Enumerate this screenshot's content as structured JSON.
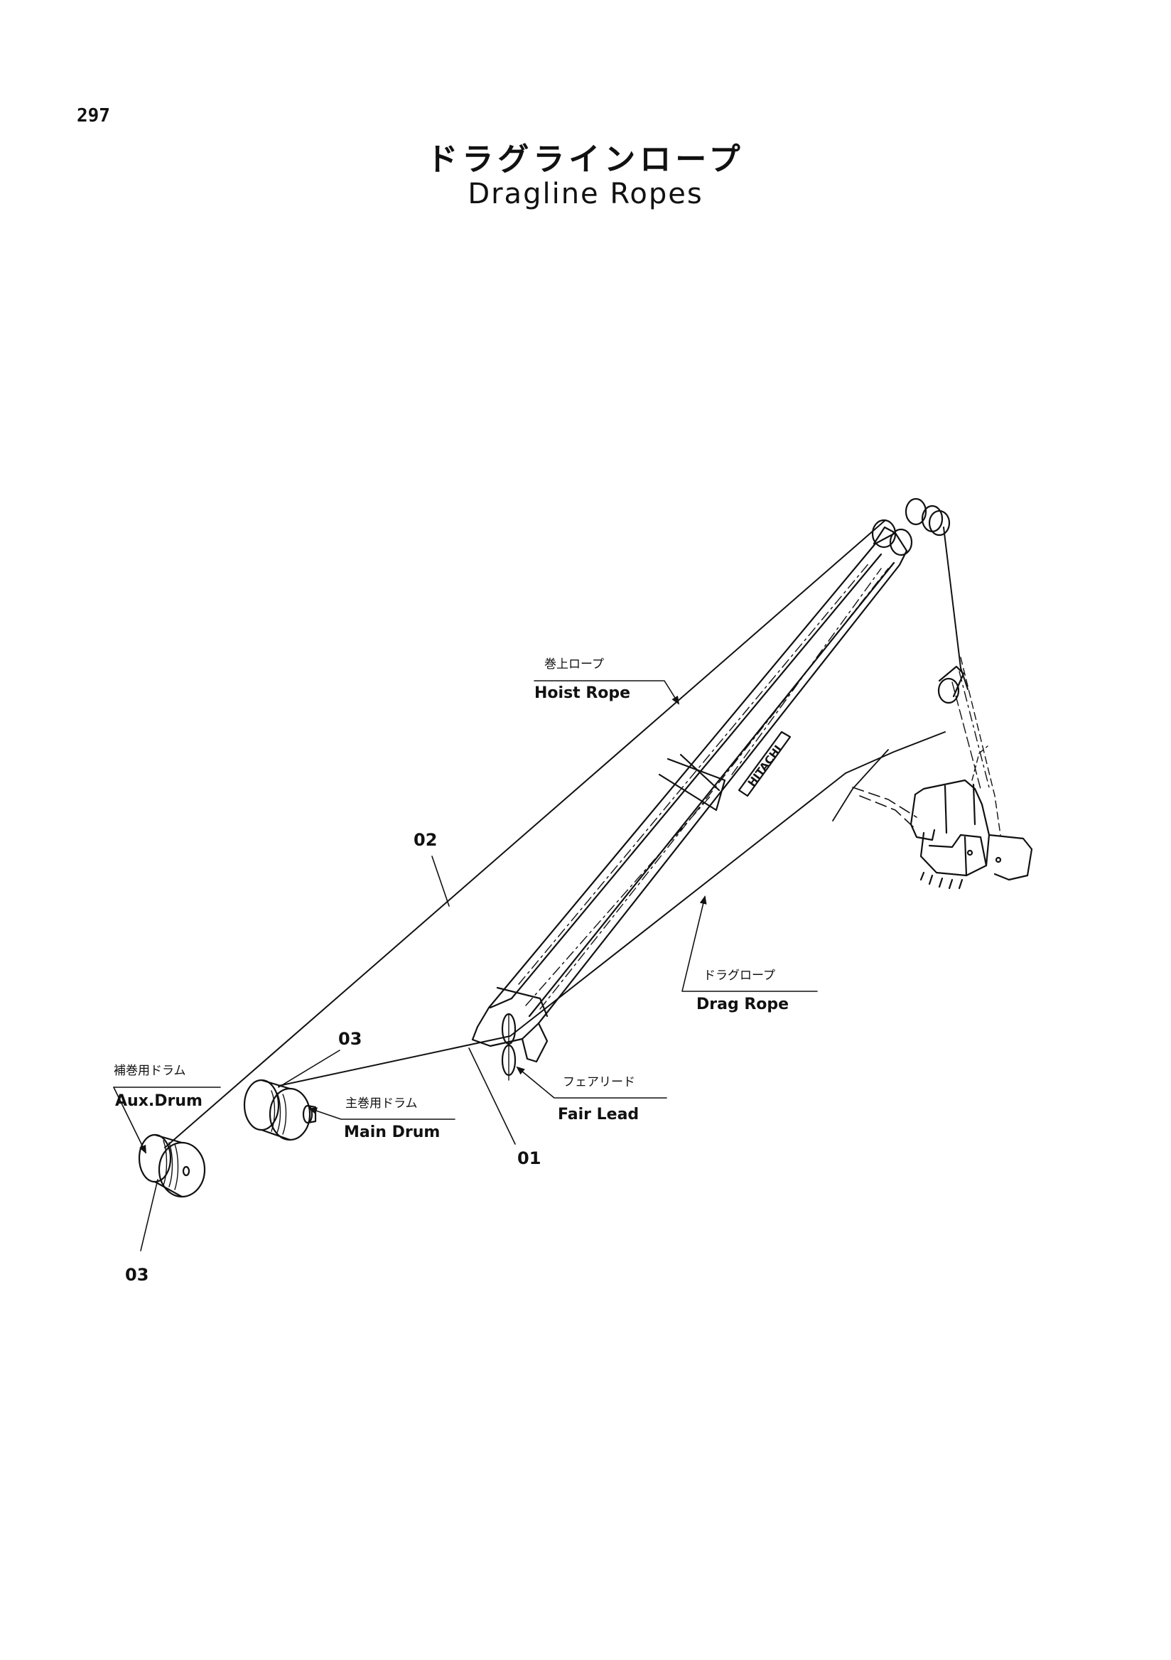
{
  "page": {
    "number": "297",
    "title_jp": "ドラグラインロープ",
    "title_en": "Dragline Ropes"
  },
  "labels": {
    "hoist_rope": {
      "jp": "巻上ロープ",
      "en": "Hoist Rope"
    },
    "drag_rope": {
      "jp": "ドラグロープ",
      "en": "Drag Rope"
    },
    "fair_lead": {
      "jp": "フェアリード",
      "en": "Fair Lead"
    },
    "aux_drum": {
      "jp": "補巻用ドラム",
      "en": "Aux.Drum"
    },
    "main_drum": {
      "jp": "主巻用ドラム",
      "en": "Main Drum"
    }
  },
  "callouts": {
    "part_01": "01",
    "part_02": "02",
    "part_03_main": "03",
    "part_03_aux": "03"
  },
  "boom_brand": "HITACHI"
}
